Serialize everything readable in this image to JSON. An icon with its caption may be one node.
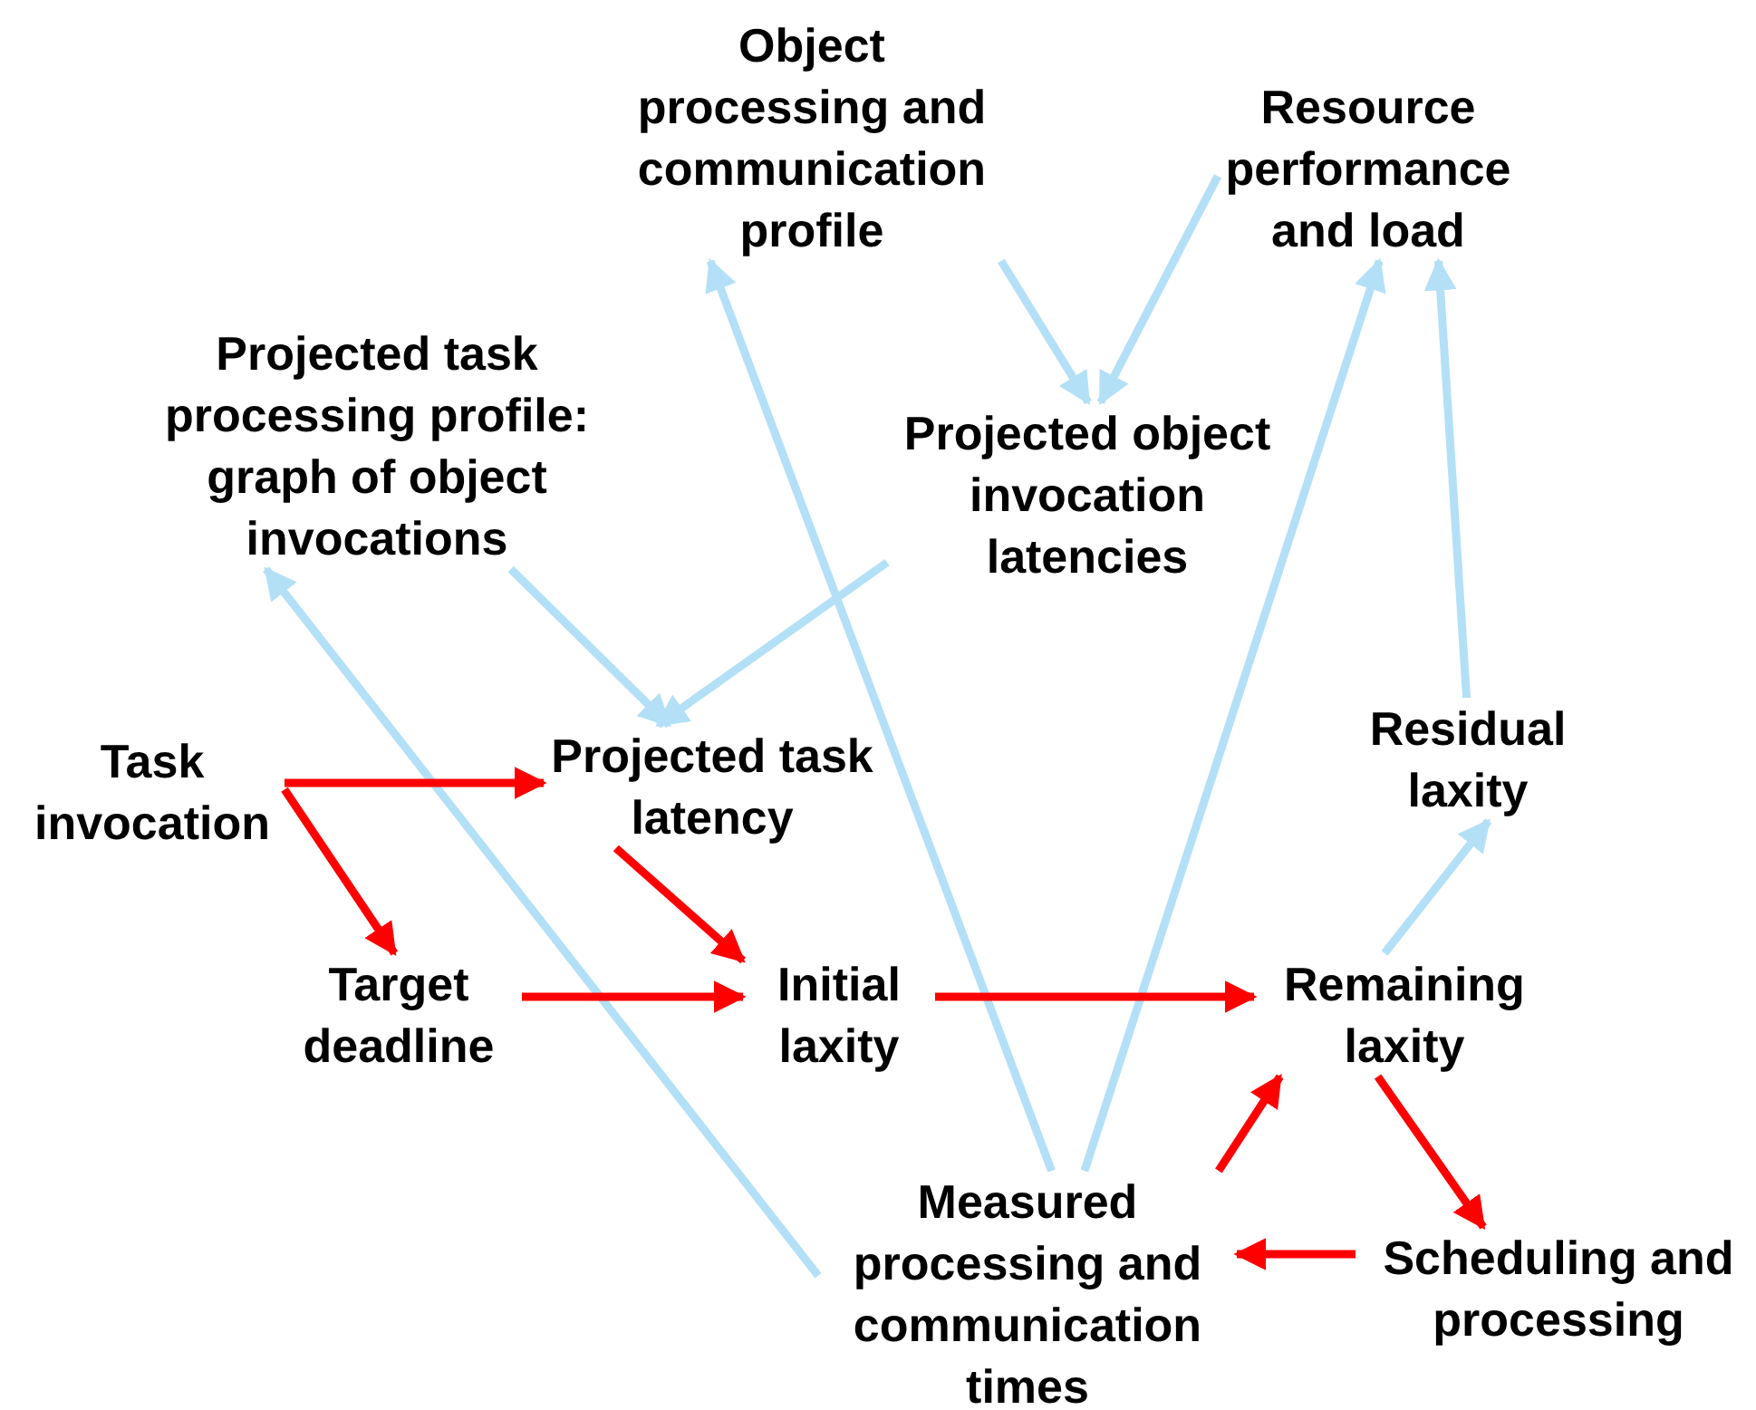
{
  "diagram": {
    "nodes": [
      {
        "text": [
          "Object processing and communication profile"
        ]
      },
      {
        "text": [
          "Resource performance and load"
        ]
      },
      {
        "text": [
          "Projected task processing profile: graph of object invocations"
        ]
      },
      {
        "text": [
          "Projected object invocation latencies"
        ]
      },
      {
        "text": [
          "Task invocation"
        ]
      },
      {
        "text": [
          "Projected task latency"
        ]
      },
      {
        "text": [
          "Residual laxity"
        ]
      },
      {
        "text": [
          "Target deadline"
        ]
      },
      {
        "text": [
          "Initial laxity"
        ]
      },
      {
        "text": [
          "Remaining laxity"
        ]
      },
      {
        "text": [
          "Measured processing and communication times"
        ]
      },
      {
        "text": [
          "Scheduling and processing"
        ]
      }
    ],
    "edges": [
      {
        "from": 0,
        "to": 3,
        "arrow": "to"
      },
      {
        "from": 1,
        "to": 3,
        "arrow": "to"
      },
      {
        "from": 2,
        "to": 5,
        "arrow": "to"
      },
      {
        "from": 3,
        "to": 5,
        "arrow": "to"
      },
      {
        "from": 10,
        "to": 0,
        "arrow": "to"
      },
      {
        "from": 10,
        "to": 1,
        "arrow": "to"
      },
      {
        "from": 10,
        "to": 2,
        "arrow": "to"
      },
      {
        "from": 6,
        "to": 1,
        "arrow": "to"
      },
      {
        "from": 9,
        "to": 6,
        "arrow": "to"
      },
      {
        "from": 4,
        "to": 5,
        "arrow": "to",
        "color": "#ff0000"
      },
      {
        "from": 4,
        "to": 7,
        "arrow": "to",
        "color": "#ff0000"
      },
      {
        "from": 5,
        "to": 8,
        "arrow": "to",
        "color": "#ff0000"
      },
      {
        "from": 7,
        "to": 8,
        "arrow": "to",
        "color": "#ff0000"
      },
      {
        "from": 8,
        "to": 9,
        "arrow": "to",
        "color": "#ff0000"
      },
      {
        "from": 10,
        "to": 9,
        "arrow": "to",
        "color": "#ff0000"
      },
      {
        "from": 9,
        "to": 11,
        "arrow": "to",
        "color": "#ff0000"
      },
      {
        "from": 11,
        "to": 10,
        "arrow": "to",
        "color": "#ff0000"
      }
    ]
  }
}
